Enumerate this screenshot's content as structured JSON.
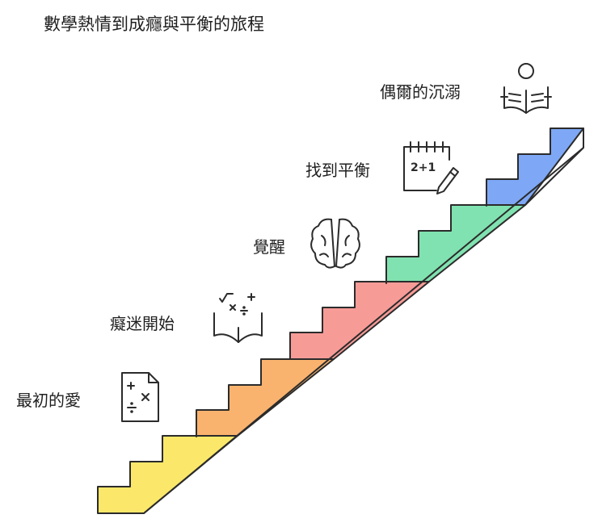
{
  "title": "數學熱情到成癮與平衡的旅程",
  "steps": [
    {
      "label": "最初的愛",
      "color": "#fbe86a",
      "icon": "math-symbols-sheet-icon"
    },
    {
      "label": "癡迷開始",
      "color": "#f9b36e",
      "icon": "open-book-math-icon"
    },
    {
      "label": "覺醒",
      "color": "#f79b97",
      "icon": "brain-icon"
    },
    {
      "label": "找到平衡",
      "color": "#80e2b0",
      "icon": "calendar-equation-icon"
    },
    {
      "label": "偶爾的沉溺",
      "color": "#7ea8f5",
      "icon": "person-reading-icon"
    }
  ]
}
